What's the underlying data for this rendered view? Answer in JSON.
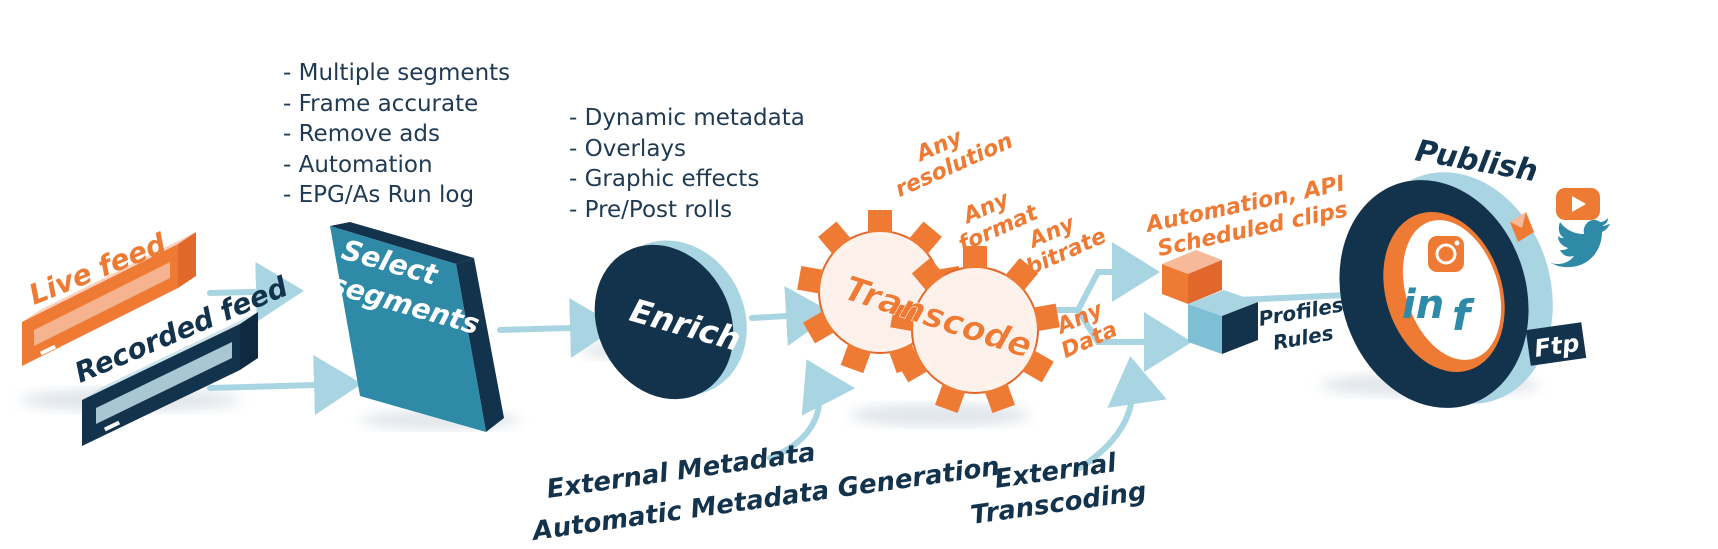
{
  "colors": {
    "navy": "#13324c",
    "teal": "#2f8aa8",
    "light_blue": "#a9d5e3",
    "orange": "#ef7a33",
    "peach": "#f6b99a"
  },
  "sources": {
    "live_feed": "Live feed",
    "recorded_feed": "Recorded feed"
  },
  "select": {
    "line1": "Select",
    "line2": "segments",
    "bullets": [
      "- Multiple segments",
      "- Frame accurate",
      "- Remove ads",
      "- Automation",
      "- EPG/As Run log"
    ]
  },
  "enrich": {
    "label": "Enrich",
    "bullets": [
      "- Dynamic metadata",
      "- Overlays",
      "- Graphic effects",
      "- Pre/Post rolls"
    ],
    "external_line1": "External Metadata",
    "external_line2": "Automatic Metadata Generation"
  },
  "transcode": {
    "label": "Transcode",
    "any_resolution_1": "Any",
    "any_resolution_2": "resolution",
    "any_format_1": "Any",
    "any_format_2": "format",
    "any_bitrate_1": "Any",
    "any_bitrate_2": "bitrate",
    "any_data_1": "Any",
    "any_data_2": "Data",
    "external_line1": "External",
    "external_line2": "Transcoding"
  },
  "automation": {
    "line1": "Automation, API",
    "line2": "Scheduled clips",
    "profiles": "Profiles",
    "rules": "Rules"
  },
  "publish": {
    "title": "Publish",
    "ftp": "Ftp",
    "icons": [
      "instagram-icon",
      "linkedin-icon",
      "facebook-icon",
      "youtube-icon",
      "twitter-icon",
      "email-icon"
    ]
  }
}
